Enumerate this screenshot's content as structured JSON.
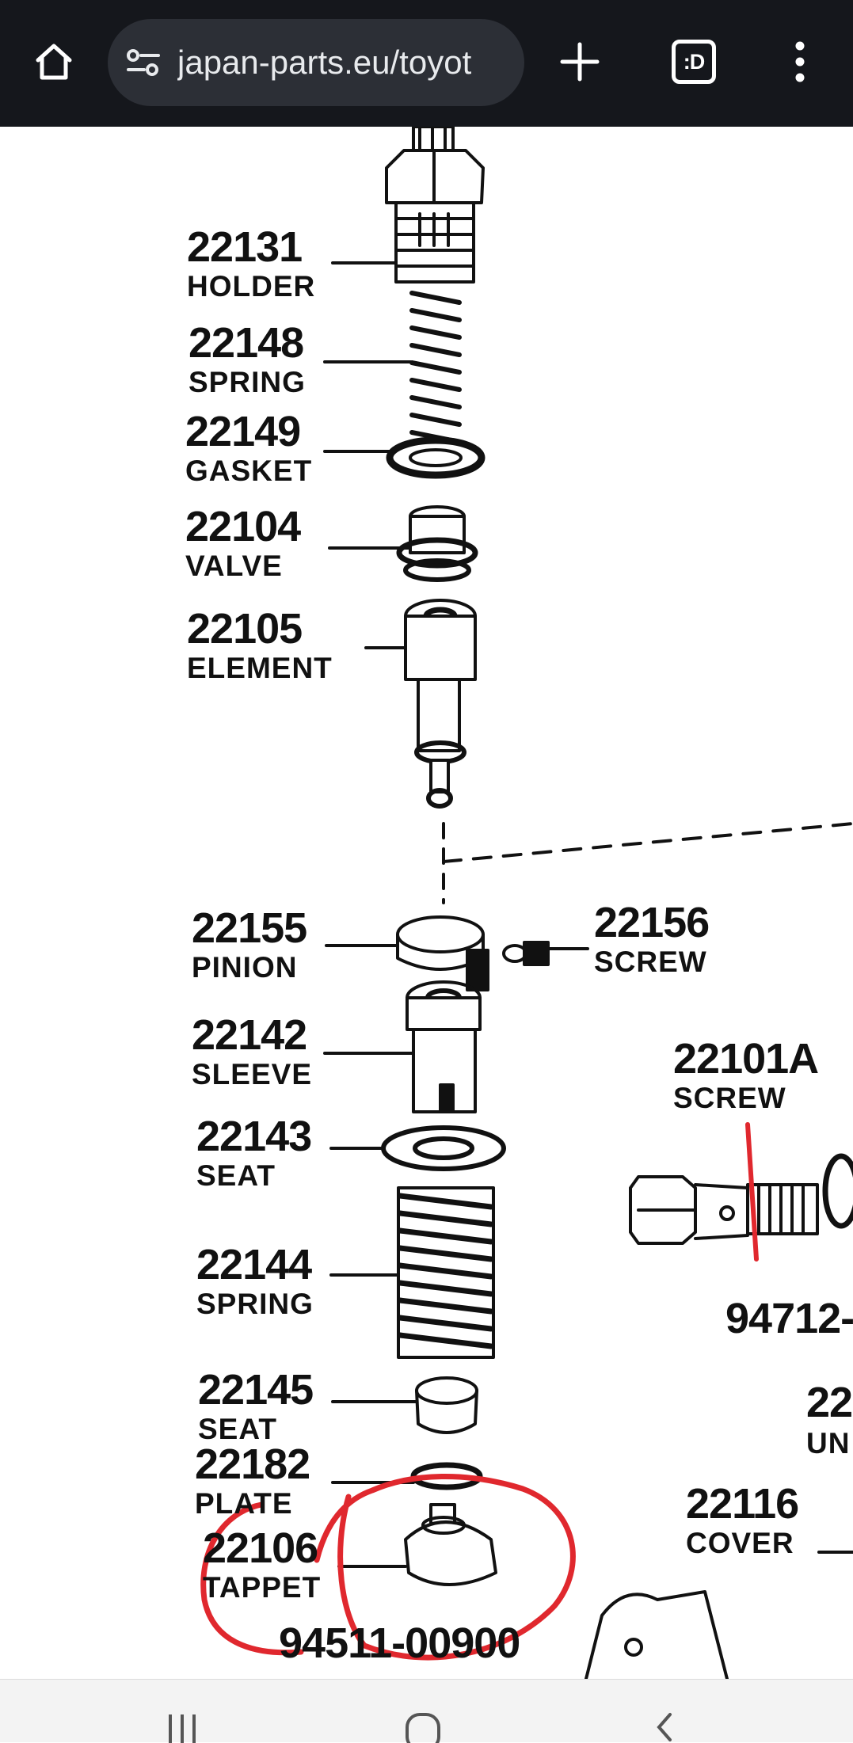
{
  "browser": {
    "url_display": "japan-parts.eu/toyot",
    "tab_count": ":D",
    "icons": {
      "home": "home-icon",
      "site_info": "tune-icon",
      "new_tab": "plus-icon",
      "tabs": "tab-switcher-icon",
      "menu": "more-vert-icon"
    },
    "colors": {
      "toolbar": "#15171c",
      "url_pill": "#2c2f36",
      "text": "#e8eaed"
    }
  },
  "diagram": {
    "parts": [
      {
        "number": "22131",
        "name": "HOLDER"
      },
      {
        "number": "22148",
        "name": "SPRING"
      },
      {
        "number": "22149",
        "name": "GASKET"
      },
      {
        "number": "22104",
        "name": "VALVE"
      },
      {
        "number": "22105",
        "name": "ELEMENT"
      },
      {
        "number": "22155",
        "name": "PINION"
      },
      {
        "number": "22156",
        "name": "SCREW"
      },
      {
        "number": "22142",
        "name": "SLEEVE"
      },
      {
        "number": "22101A",
        "name": "SCREW"
      },
      {
        "number": "22143",
        "name": "SEAT"
      },
      {
        "number": "22144",
        "name": "SPRING"
      },
      {
        "number": "22145",
        "name": "SEAT"
      },
      {
        "number": "22182",
        "name": "PLATE"
      },
      {
        "number": "22106",
        "name": "TAPPET"
      },
      {
        "number": "22116",
        "name": "COVER"
      }
    ],
    "partial_labels": [
      "94712-",
      "22",
      "UN",
      "94511-00900"
    ],
    "annotation_color": "#e0282e"
  },
  "system_nav": {
    "icons": [
      "recent-apps-icon",
      "home-circle-icon",
      "back-icon"
    ]
  }
}
